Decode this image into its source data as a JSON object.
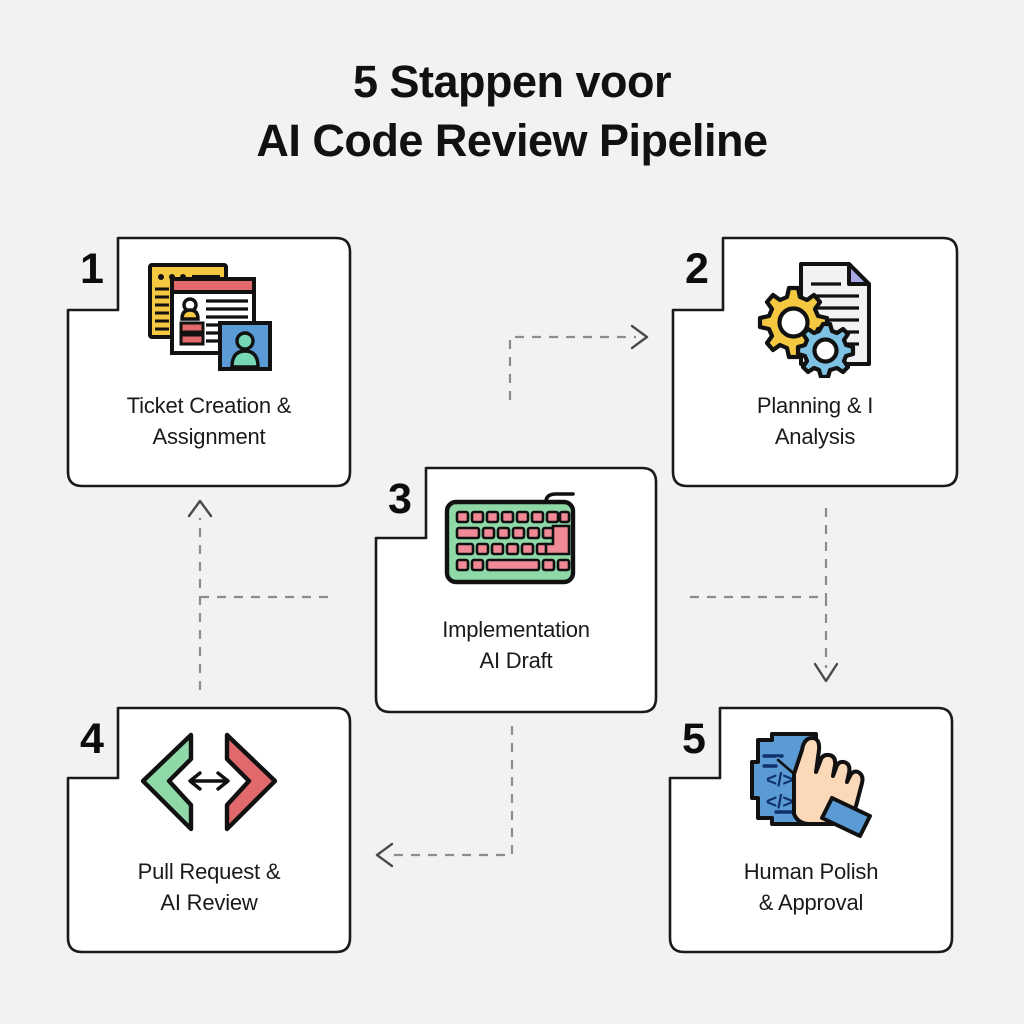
{
  "title": {
    "line1": "5 Stappen voor",
    "line2": "AI Code Review Pipeline"
  },
  "colors": {
    "background": "#f2f2f2",
    "card_fill": "#ffffff",
    "card_border": "#1a1a1a",
    "text": "#1a1a1a",
    "connector": "#8c8c8c",
    "yellow": "#f5c842",
    "red": "#e2696b",
    "blue": "#5b9bd5",
    "teal": "#76d7b4",
    "green": "#8fd9a8",
    "pink": "#f08a96",
    "skin": "#fbd9b8",
    "purple": "#a9a9e8"
  },
  "steps": [
    {
      "number": "1",
      "label_line1": "Ticket Creation &",
      "label_line2": "Assignment",
      "icon": "ticket-cards-icon"
    },
    {
      "number": "2",
      "label_line1": "Planning & I",
      "label_line2": "Analysis",
      "icon": "gears-document-icon"
    },
    {
      "number": "3",
      "label_line1": "Implementation",
      "label_line2": "AI Draft",
      "icon": "keyboard-icon"
    },
    {
      "number": "4",
      "label_line1": "Pull Request &",
      "label_line2": "AI Review",
      "icon": "merge-arrows-icon"
    },
    {
      "number": "5",
      "label_line1": "Human Polish",
      "label_line2": "& Approval",
      "icon": "hand-code-icon"
    }
  ],
  "connectors": [
    {
      "name": "step1-to-step2",
      "direction": "right"
    },
    {
      "name": "step2-to-step3",
      "direction": "down"
    },
    {
      "name": "step3-to-step4",
      "direction": "left"
    },
    {
      "name": "step4-to-step1",
      "direction": "up"
    }
  ]
}
